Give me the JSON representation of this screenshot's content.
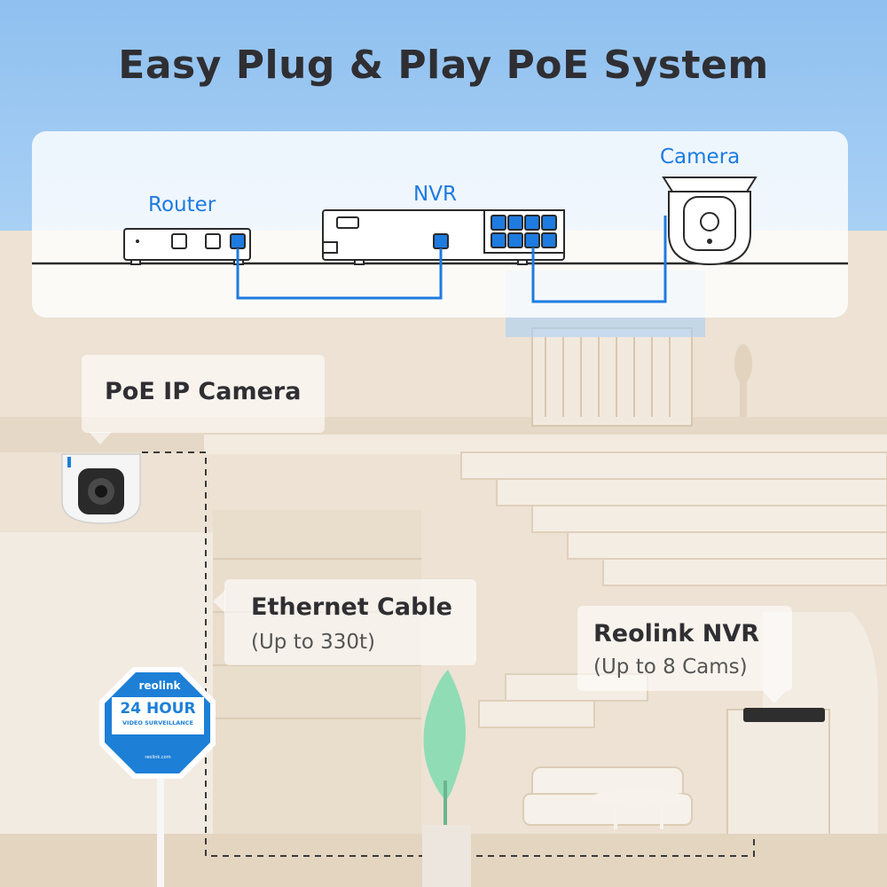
{
  "title": "Easy Plug & Play PoE System",
  "diagram": {
    "router_label": "Router",
    "nvr_label": "NVR",
    "camera_label": "Camera"
  },
  "callouts": {
    "poe_camera": {
      "title": "PoE IP Camera"
    },
    "ethernet": {
      "title": "Ethernet Cable",
      "subtitle": "(Up to 330t)"
    },
    "nvr": {
      "title": "Reolink NVR",
      "subtitle": "(Up to 8 Cams)"
    }
  },
  "sign": {
    "brand": "reolink",
    "line1": "24 HOUR",
    "line2": "VIDEO SURVEILLANCE",
    "url": "reolink.com"
  },
  "colors": {
    "accent": "#1e7be0",
    "sky": "#9ccaf3",
    "wall": "#efe4d6"
  }
}
